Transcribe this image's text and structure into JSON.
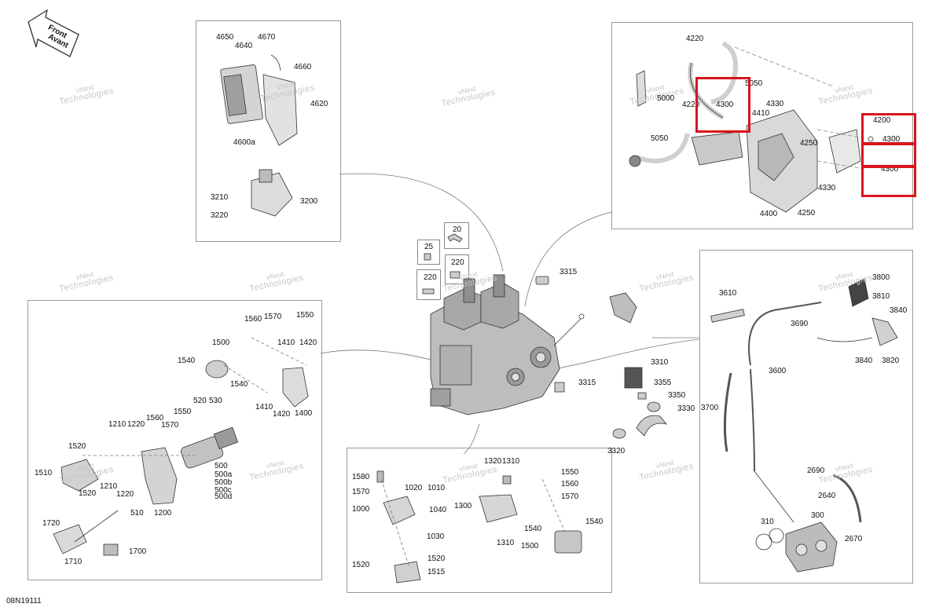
{
  "drawing_code": "08N19111",
  "front_arrow": {
    "line1": "Front",
    "line2": "Avant"
  },
  "watermark": {
    "line1": "vNext",
    "line2": "Technologies"
  },
  "colors": {
    "highlight": "#d9141c",
    "line": "#555555",
    "part_fill": "#cfcfcf",
    "part_dark": "#8a8a8a"
  },
  "callouts": {
    "top_left_panel": [
      "4650",
      "4640",
      "4670",
      "4660",
      "4620",
      "4600a",
      "3210",
      "3200",
      "3220"
    ],
    "top_right_panel": [
      "4220",
      "5050",
      "5000",
      "4220",
      "4300",
      "4330",
      "4410",
      "5050",
      "4250",
      "4200",
      "4300",
      "4300",
      "4330",
      "4400",
      "4250"
    ],
    "center": [
      "20",
      "25",
      "220",
      "220",
      "3315",
      "3315",
      "3310",
      "3355",
      "3350",
      "3330",
      "3320"
    ],
    "left_panel": [
      "1560",
      "1570",
      "1550",
      "1500",
      "1410",
      "1420",
      "1540",
      "1540",
      "1410",
      "1420",
      "1400",
      "520",
      "530",
      "1550",
      "1210",
      "1220",
      "1560",
      "1570",
      "1520",
      "1510",
      "1520",
      "1210",
      "1220",
      "500",
      "500a",
      "500b",
      "500c",
      "500d",
      "510",
      "1200",
      "1720",
      "1710",
      "1700"
    ],
    "bottom_center_panel": [
      "1320",
      "1310",
      "1580",
      "1550",
      "1570",
      "1020",
      "1010",
      "1560",
      "1570",
      "1000",
      "1040",
      "1300",
      "1540",
      "1540",
      "1030",
      "1310",
      "1500",
      "1520",
      "1520",
      "1515"
    ],
    "right_panel": [
      "3610",
      "3690",
      "3800",
      "3810",
      "3840",
      "3840",
      "3820",
      "3600",
      "3700",
      "2690",
      "2640",
      "310",
      "300",
      "2670"
    ]
  }
}
